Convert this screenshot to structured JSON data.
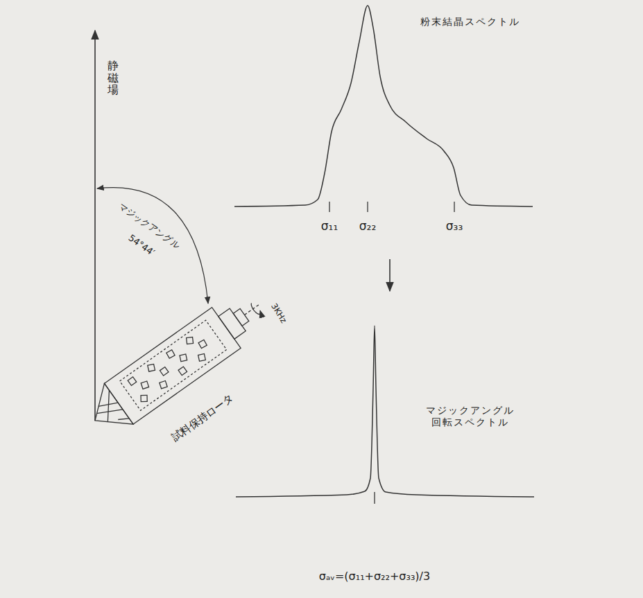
{
  "diagram": {
    "labels": [
      "静磁場",
      "マジックアングル",
      "54°44′",
      "3KHz",
      "試料保持ロータ",
      "粉末結晶スペクトル",
      "σ₁₁",
      "σ₂₂",
      "σ₃₃",
      "マジックアングル 回転スペクトル",
      "σₐᵥ=(σ₁₁+σ₂₂+σ₃₃)/3"
    ]
  }
}
